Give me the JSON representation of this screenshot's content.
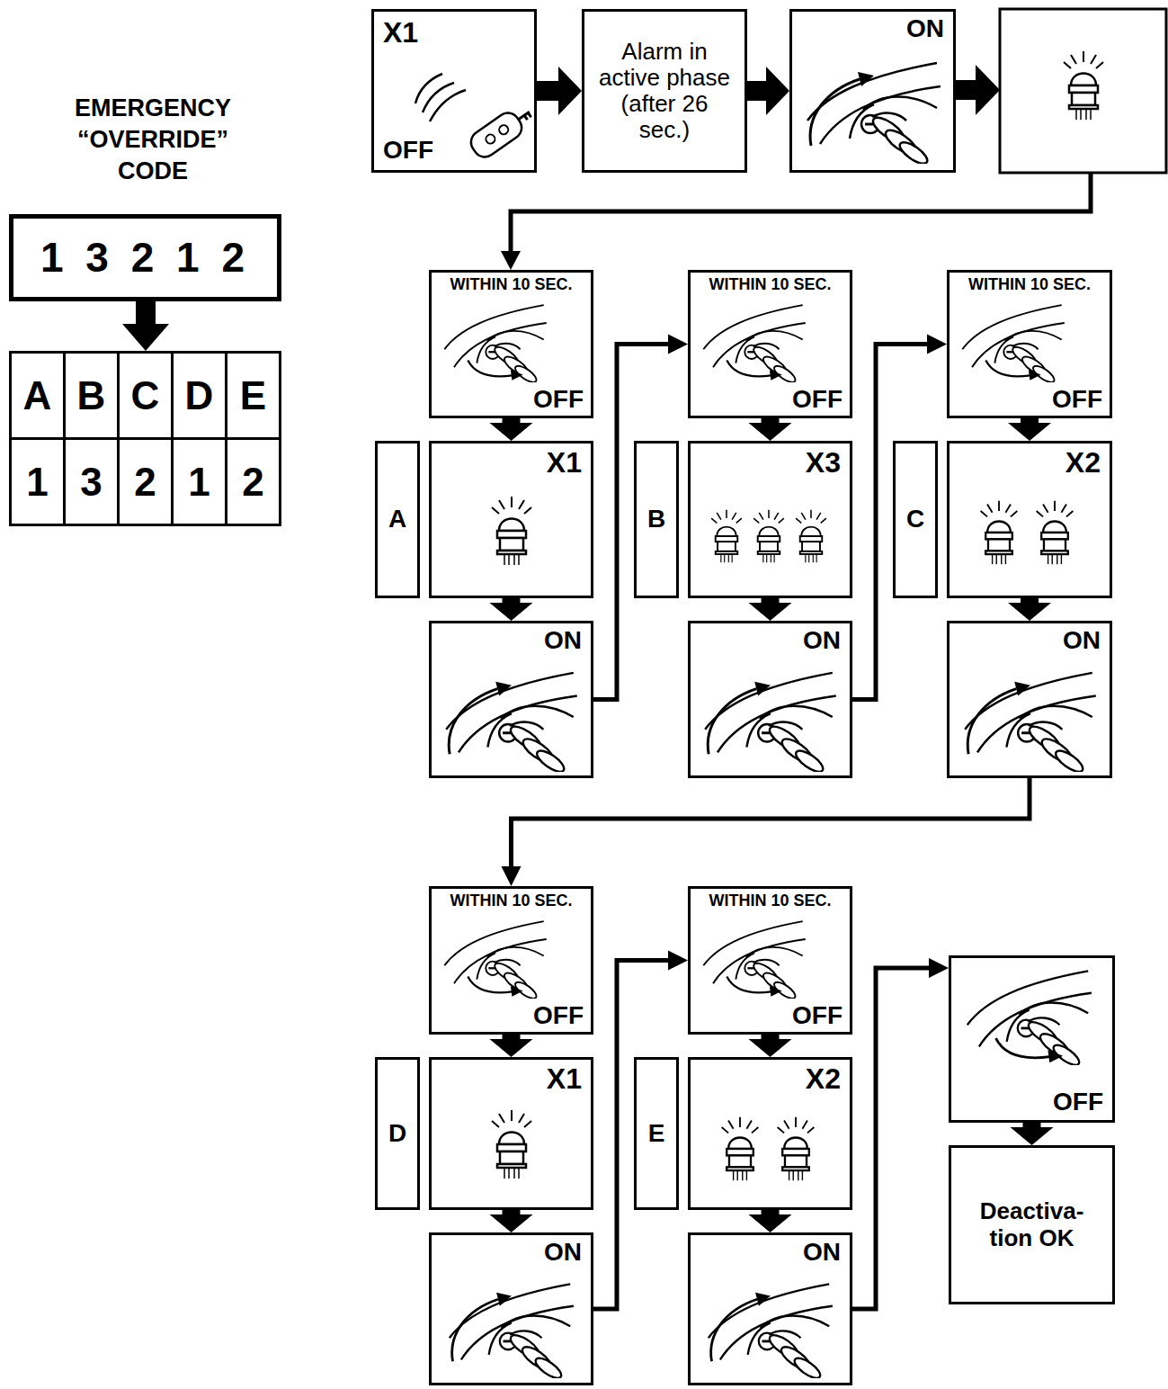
{
  "diagram": {
    "title": "EMERGENCY “OVERRIDE” CODE",
    "nodes": [
      {
        "text": [
          "1 3 2 1 2"
        ]
      },
      {
        "text": [
          "X1",
          "OFF"
        ]
      },
      {
        "text": [
          "Alarm in active phase (after 26 sec.)"
        ]
      },
      {
        "text": [
          "ON"
        ]
      },
      {
        "text": [
          "WITHIN 10 SEC.",
          "OFF"
        ]
      },
      {
        "text": [
          "A"
        ]
      },
      {
        "text": [
          "X1"
        ]
      },
      {
        "text": [
          "ON"
        ]
      },
      {
        "text": [
          "WITHIN 10 SEC.",
          "OFF"
        ]
      },
      {
        "text": [
          "B"
        ]
      },
      {
        "text": [
          "X3"
        ]
      },
      {
        "text": [
          "ON"
        ]
      },
      {
        "text": [
          "WITHIN 10 SEC.",
          "OFF"
        ]
      },
      {
        "text": [
          "C"
        ]
      },
      {
        "text": [
          "X2"
        ]
      },
      {
        "text": [
          "ON"
        ]
      },
      {
        "text": [
          "WITHIN 10 SEC.",
          "OFF"
        ]
      },
      {
        "text": [
          "D"
        ]
      },
      {
        "text": [
          "X1"
        ]
      },
      {
        "text": [
          "ON"
        ]
      },
      {
        "text": [
          "WITHIN 10 SEC.",
          "OFF"
        ]
      },
      {
        "text": [
          "E"
        ]
      },
      {
        "text": [
          "X2"
        ]
      },
      {
        "text": [
          "ON"
        ]
      },
      {
        "text": [
          "OFF"
        ]
      },
      {
        "text": [
          "Deactiva- tion OK"
        ]
      }
    ],
    "edges": [
      {
        "from": 1,
        "to": 2,
        "arrow": "to"
      },
      {
        "from": 2,
        "to": 3,
        "arrow": "to"
      },
      {
        "from": 4,
        "to": 6,
        "arrow": "to"
      },
      {
        "from": 6,
        "to": 7,
        "arrow": "to"
      },
      {
        "from": 7,
        "to": 8,
        "arrow": "to"
      },
      {
        "from": 8,
        "to": 10,
        "arrow": "to"
      },
      {
        "from": 10,
        "to": 11,
        "arrow": "to"
      },
      {
        "from": 11,
        "to": 12,
        "arrow": "to"
      },
      {
        "from": 12,
        "to": 14,
        "arrow": "to"
      },
      {
        "from": 14,
        "to": 15,
        "arrow": "to"
      },
      {
        "from": 15,
        "to": 16,
        "arrow": "to"
      },
      {
        "from": 16,
        "to": 18,
        "arrow": "to"
      },
      {
        "from": 18,
        "to": 19,
        "arrow": "to"
      },
      {
        "from": 19,
        "to": 20,
        "arrow": "to"
      },
      {
        "from": 20,
        "to": 22,
        "arrow": "to"
      },
      {
        "from": 22,
        "to": 23,
        "arrow": "to"
      },
      {
        "from": 23,
        "to": 24,
        "arrow": "to"
      },
      {
        "from": 24,
        "to": 25,
        "arrow": "to"
      }
    ],
    "labels": [
      "A",
      "B",
      "C",
      "D",
      "E",
      "1",
      "3",
      "2",
      "1",
      "2"
    ]
  }
}
